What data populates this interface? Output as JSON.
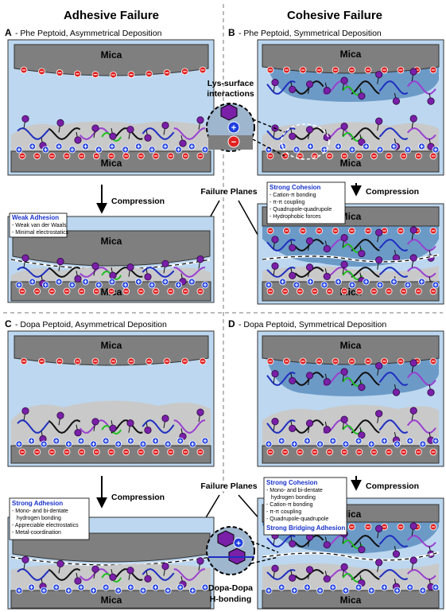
{
  "columns": {
    "left": "Adhesive Failure",
    "right": "Cohesive Failure"
  },
  "panels": {
    "A": {
      "letter": "A",
      "title": "- Phe Peptoid, Asymmetrical Deposition"
    },
    "B": {
      "letter": "B",
      "title": "- Phe Peptoid, Symmetrical Deposition"
    },
    "C": {
      "letter": "C",
      "title": "- Dopa Peptoid, Asymmetrical Deposition"
    },
    "D": {
      "letter": "D",
      "title": "- Dopa Peptoid, Symmetrical Deposition"
    }
  },
  "mica_label": "Mica",
  "compression_label": "Compression",
  "failure_planes_label": "Failure Planes",
  "lys_label": {
    "line1": "Lys-surface",
    "line2": "interactions"
  },
  "dopa_label": {
    "line1": "Dopa-Dopa",
    "line2": "H-bonding"
  },
  "boxes": {
    "weak_adhesion": {
      "title": "Weak Adhesion",
      "lines": [
        "- Weak van der Waals",
        "- Minimal electrostatics"
      ]
    },
    "strong_cohesion_top": {
      "title": "Strong Cohesion",
      "lines": [
        "- Cation-π bonding",
        "- π-π coupling",
        "- Quadrupole-quadrupole",
        "- Hydrophobic forces"
      ]
    },
    "strong_adhesion": {
      "title": "Strong Adhesion",
      "lines": [
        "- Mono- and bi-dentate",
        "   hydrogen bonding",
        "- Appreciable electrostatics",
        "- Metal-coordination"
      ]
    },
    "strong_cohesion_bottom": {
      "title": "Strong Cohesion",
      "lines": [
        "- Mono- and bi-dentate",
        "   hydrogen bonding",
        "- Cation-π bonding",
        "- π-π coupling",
        "- Quadrupole-quadrupole"
      ],
      "title2": "Strong Bridging Adhesion"
    }
  },
  "colors": {
    "panel_bg": "#bcd7ef",
    "mica": "#7f7f7f",
    "film": "#c9c9c9",
    "cohesive_film": "#5e8fbf",
    "negative": "#e02020",
    "positive": "#1f3fe0",
    "purple_node": "#7a1fa8",
    "purple_chain": "#9a3fd0",
    "blue_chain": "#1f2fc0",
    "green_chain": "#1fbf1f"
  },
  "icons": [
    "minus-charge-icon",
    "plus-charge-icon",
    "phenyl-ring-icon",
    "down-arrow-icon"
  ]
}
